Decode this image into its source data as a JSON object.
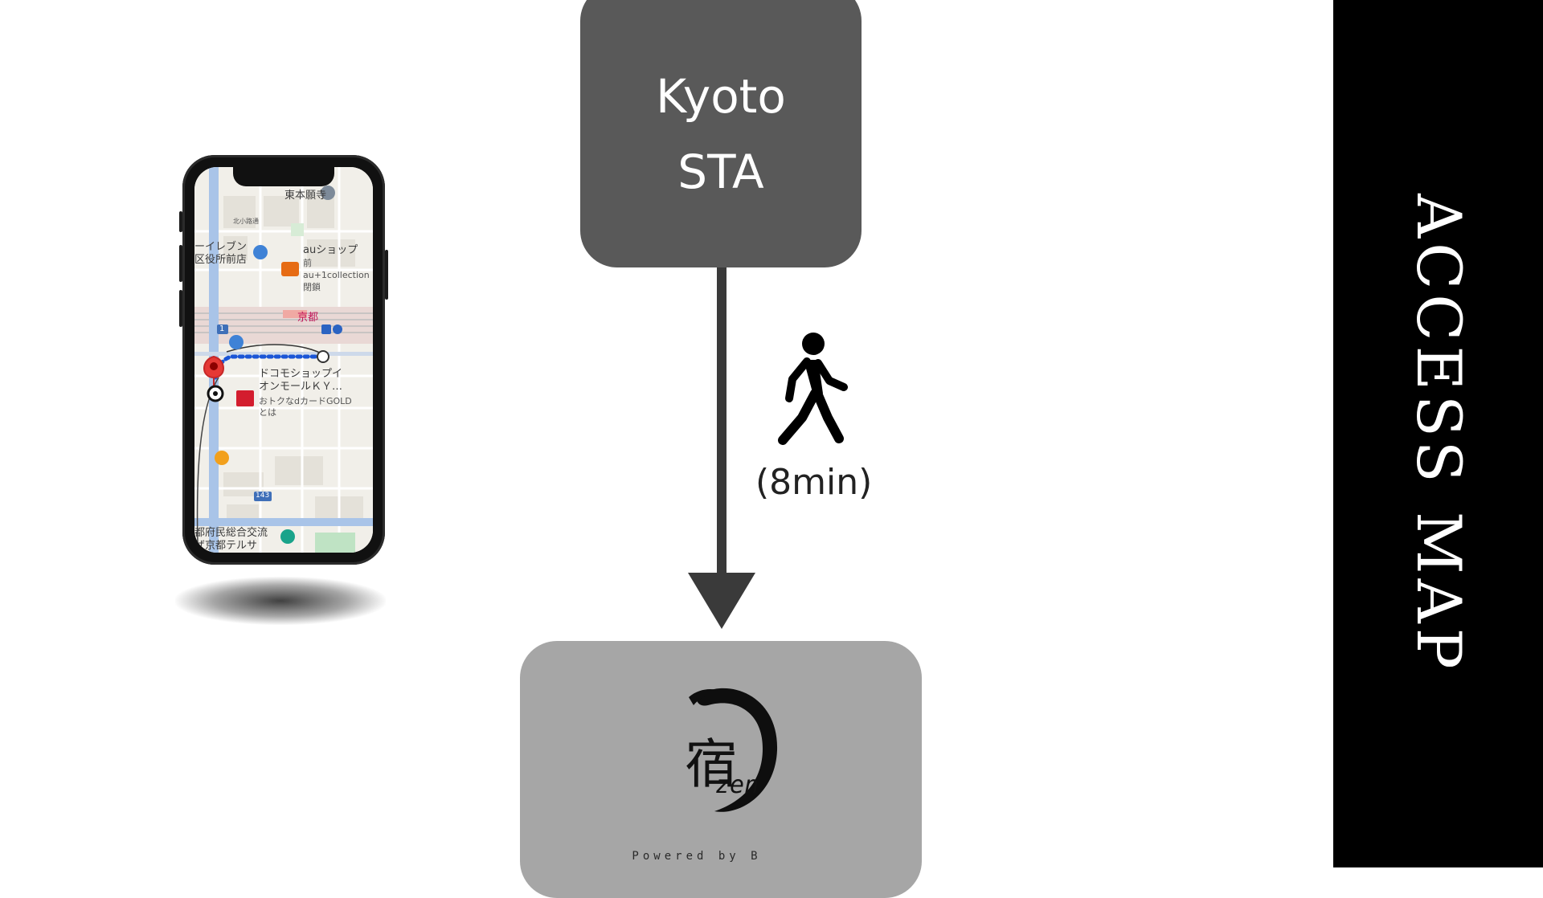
{
  "side_panel": {
    "title": "ACCESS MAP"
  },
  "station": {
    "line1": "Kyoto",
    "line2": "STA"
  },
  "walk": {
    "icon": "walking-person-icon",
    "time": "(8min)"
  },
  "hotel": {
    "logo_kanji": "宿",
    "logo_text": "zen",
    "powered": "Powered by B"
  },
  "phone_map": {
    "labels": {
      "temple": "東本願寺",
      "street": "北小路通",
      "store_line1": "ーイレブン",
      "store_line2": "区役所前店",
      "au_line1": "auショップ",
      "au_line2": "前",
      "au_line3": "au+1collection",
      "au_line4": "閉鎖",
      "station": "京都",
      "docomo_line1": "ドコモショップイ",
      "docomo_line2": "オンモールＫＹ…",
      "docomo_line3": "おトクなdカードGOLD",
      "docomo_line4": "とは",
      "road_badge_1": "1",
      "road_badge_143": "143",
      "plaza_line1": "都府民総合交流",
      "plaza_line2": "ザ京都テルサ"
    }
  },
  "colors": {
    "station_box": "#595959",
    "hotel_box": "#a6a6a6",
    "arrow": "#3a3a3a",
    "side_band": "#000000"
  }
}
